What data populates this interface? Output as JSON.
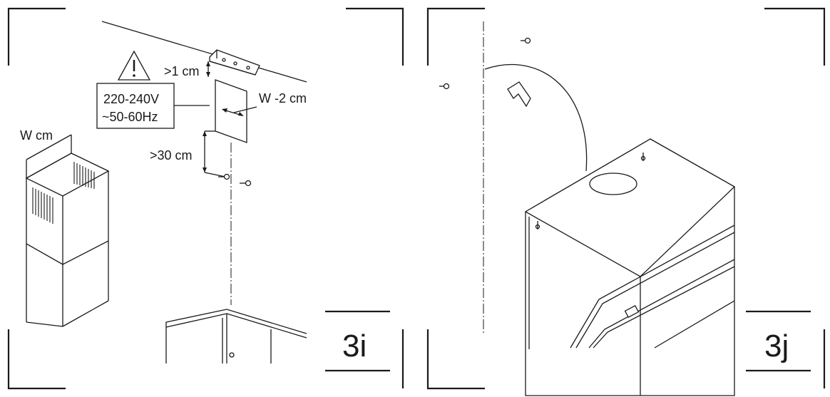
{
  "panels": [
    {
      "label": "3i",
      "annotations": {
        "width": "W cm",
        "top_gap": ">1 cm",
        "side_gap": "W -2 cm",
        "bottom_gap": ">30 cm"
      },
      "electrical": {
        "voltage": "220-240V",
        "frequency": "~50-60Hz"
      }
    },
    {
      "label": "3j"
    }
  ],
  "icons": [
    "warning-triangle-icon",
    "screw-icon",
    "bracket-icon",
    "chimney-duct-icon",
    "hood-icon"
  ]
}
